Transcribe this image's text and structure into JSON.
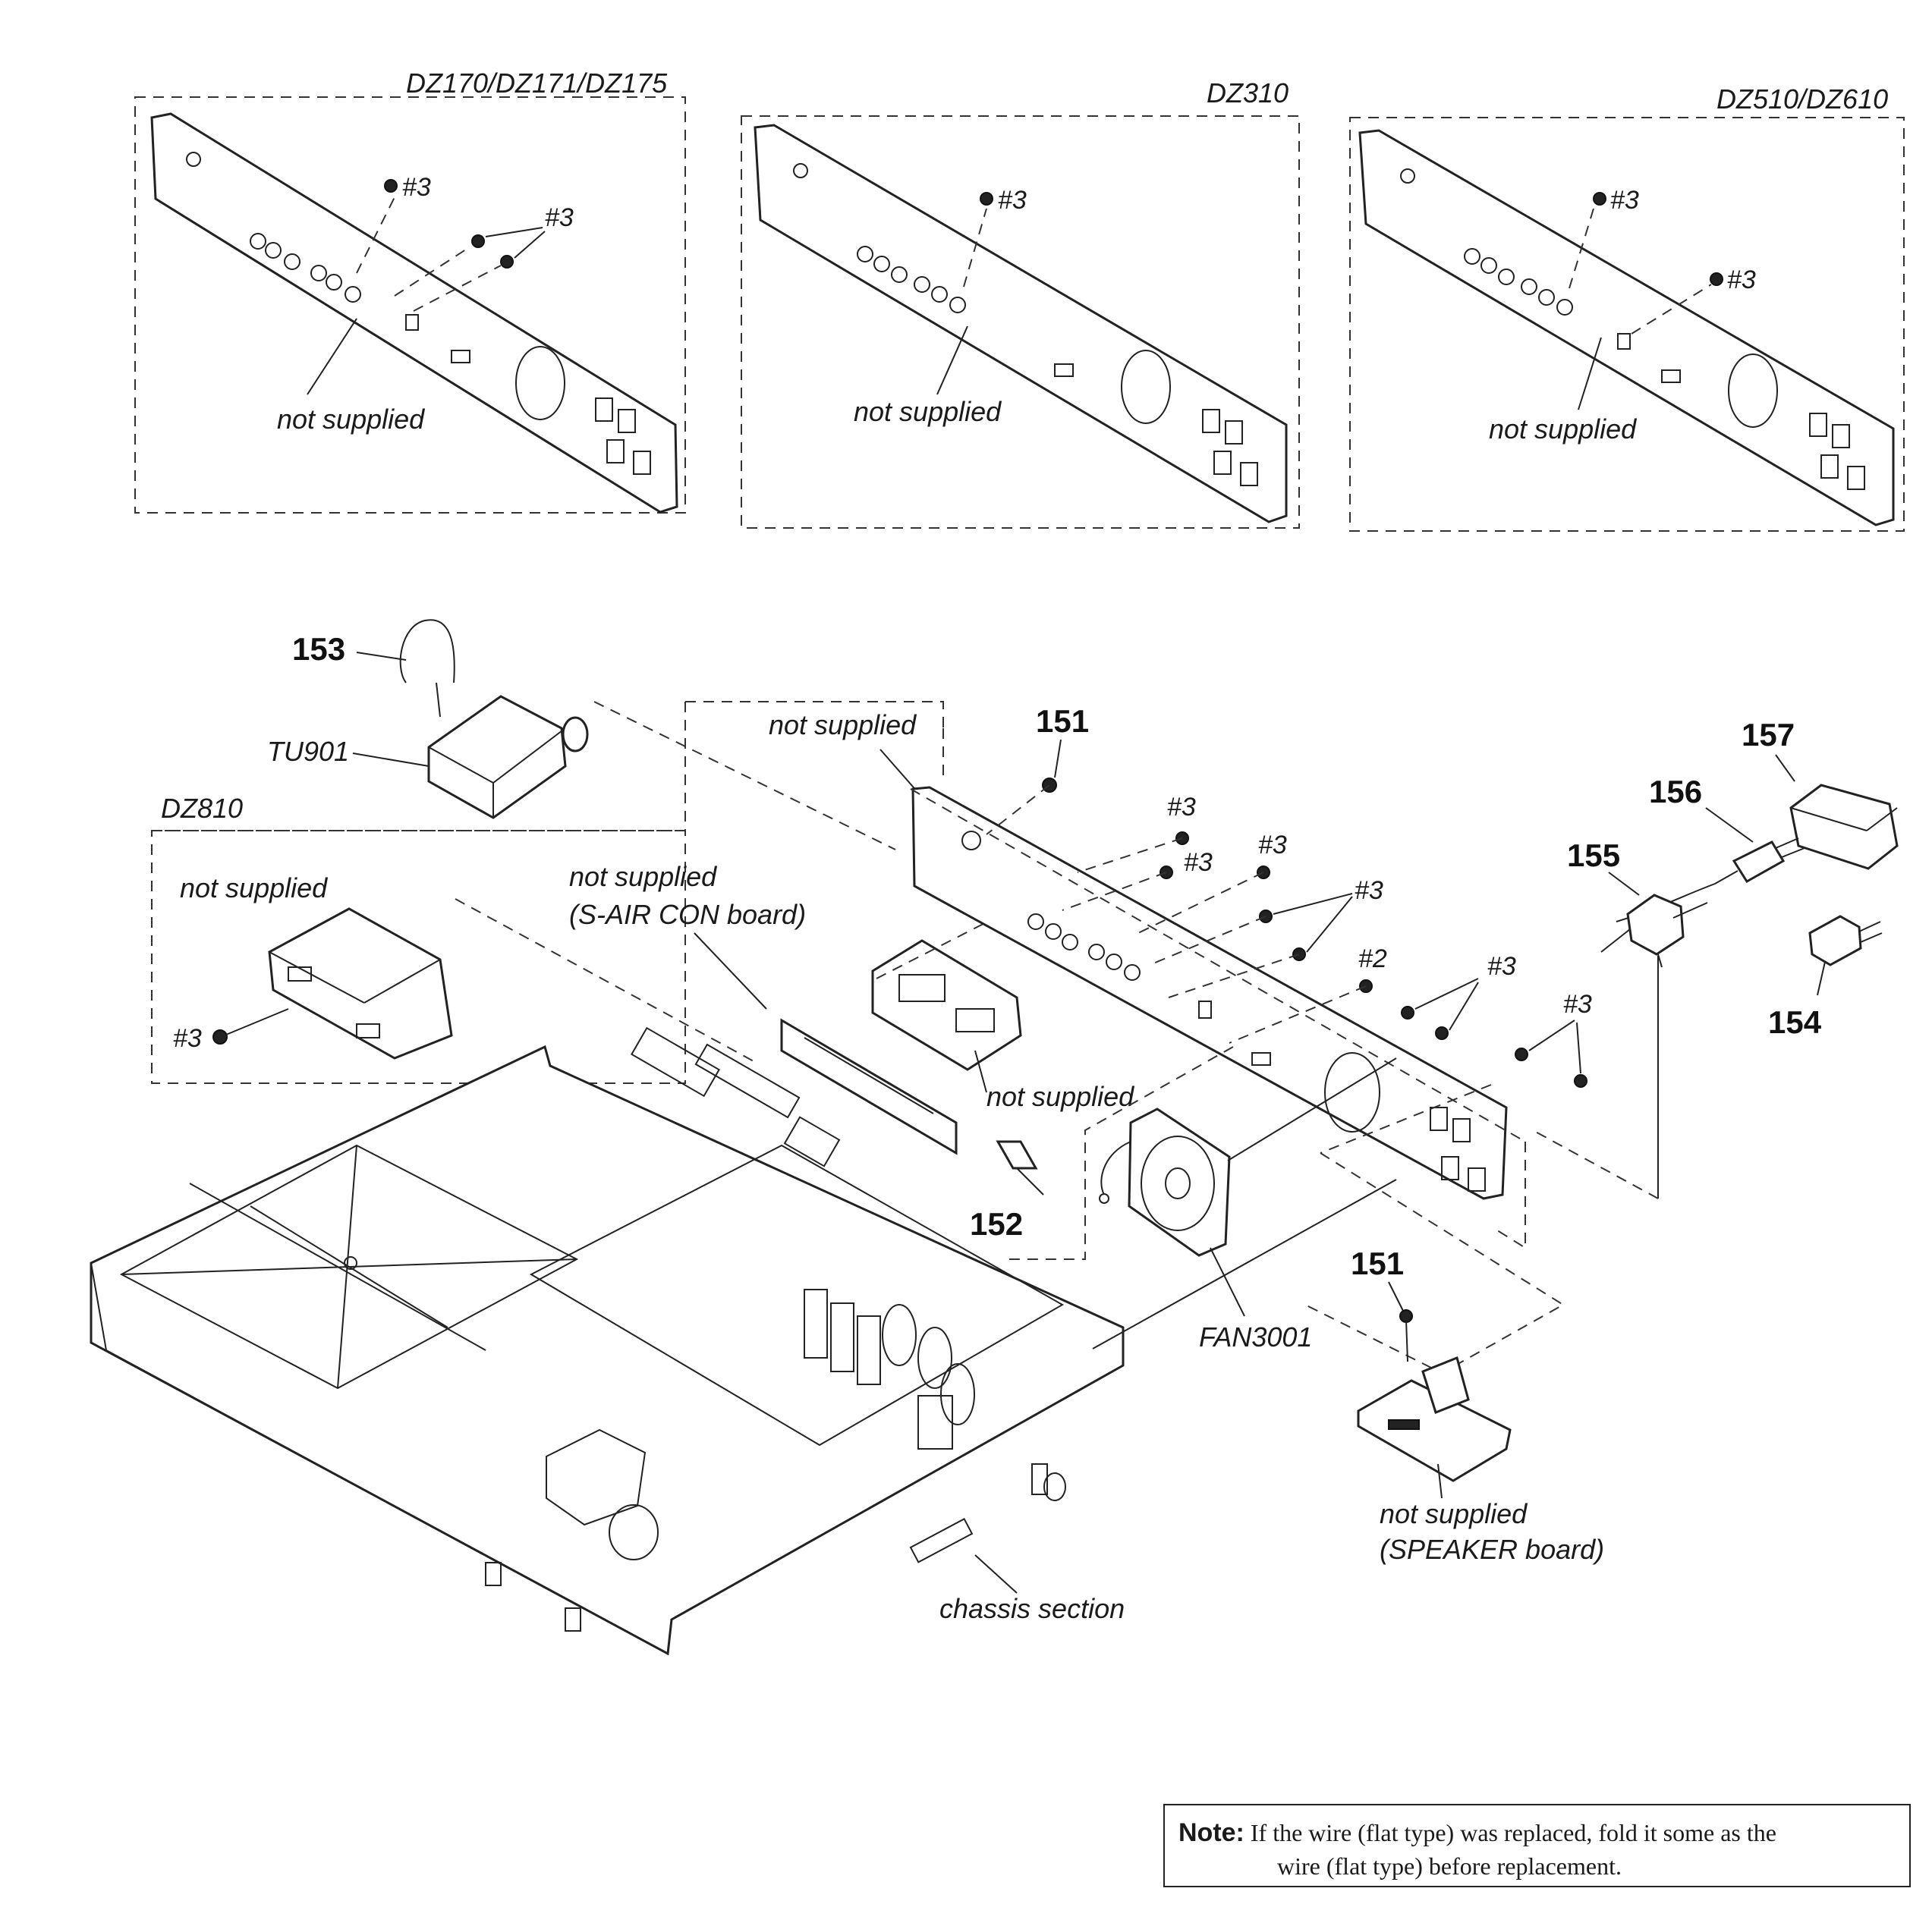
{
  "variants": {
    "dz170": "DZ170/DZ171/DZ175",
    "dz310": "DZ310",
    "dz510": "DZ510/DZ610",
    "dz810": "DZ810"
  },
  "labels": {
    "not_supplied": "not supplied",
    "s_air_board": "(S-AIR CON board)",
    "speaker_board": "(SPEAKER board)",
    "chassis": "chassis section",
    "tu901": "TU901",
    "fan3001": "FAN3001"
  },
  "screws": {
    "s3": "#3",
    "s2": "#2"
  },
  "parts": {
    "p151": "151",
    "p152": "152",
    "p153": "153",
    "p154": "154",
    "p155": "155",
    "p156": "156",
    "p157": "157"
  },
  "note": {
    "label": "Note:",
    "line1": "If the wire (flat type) was replaced, fold it some as the",
    "line2": "wire (flat type) before replacement."
  }
}
